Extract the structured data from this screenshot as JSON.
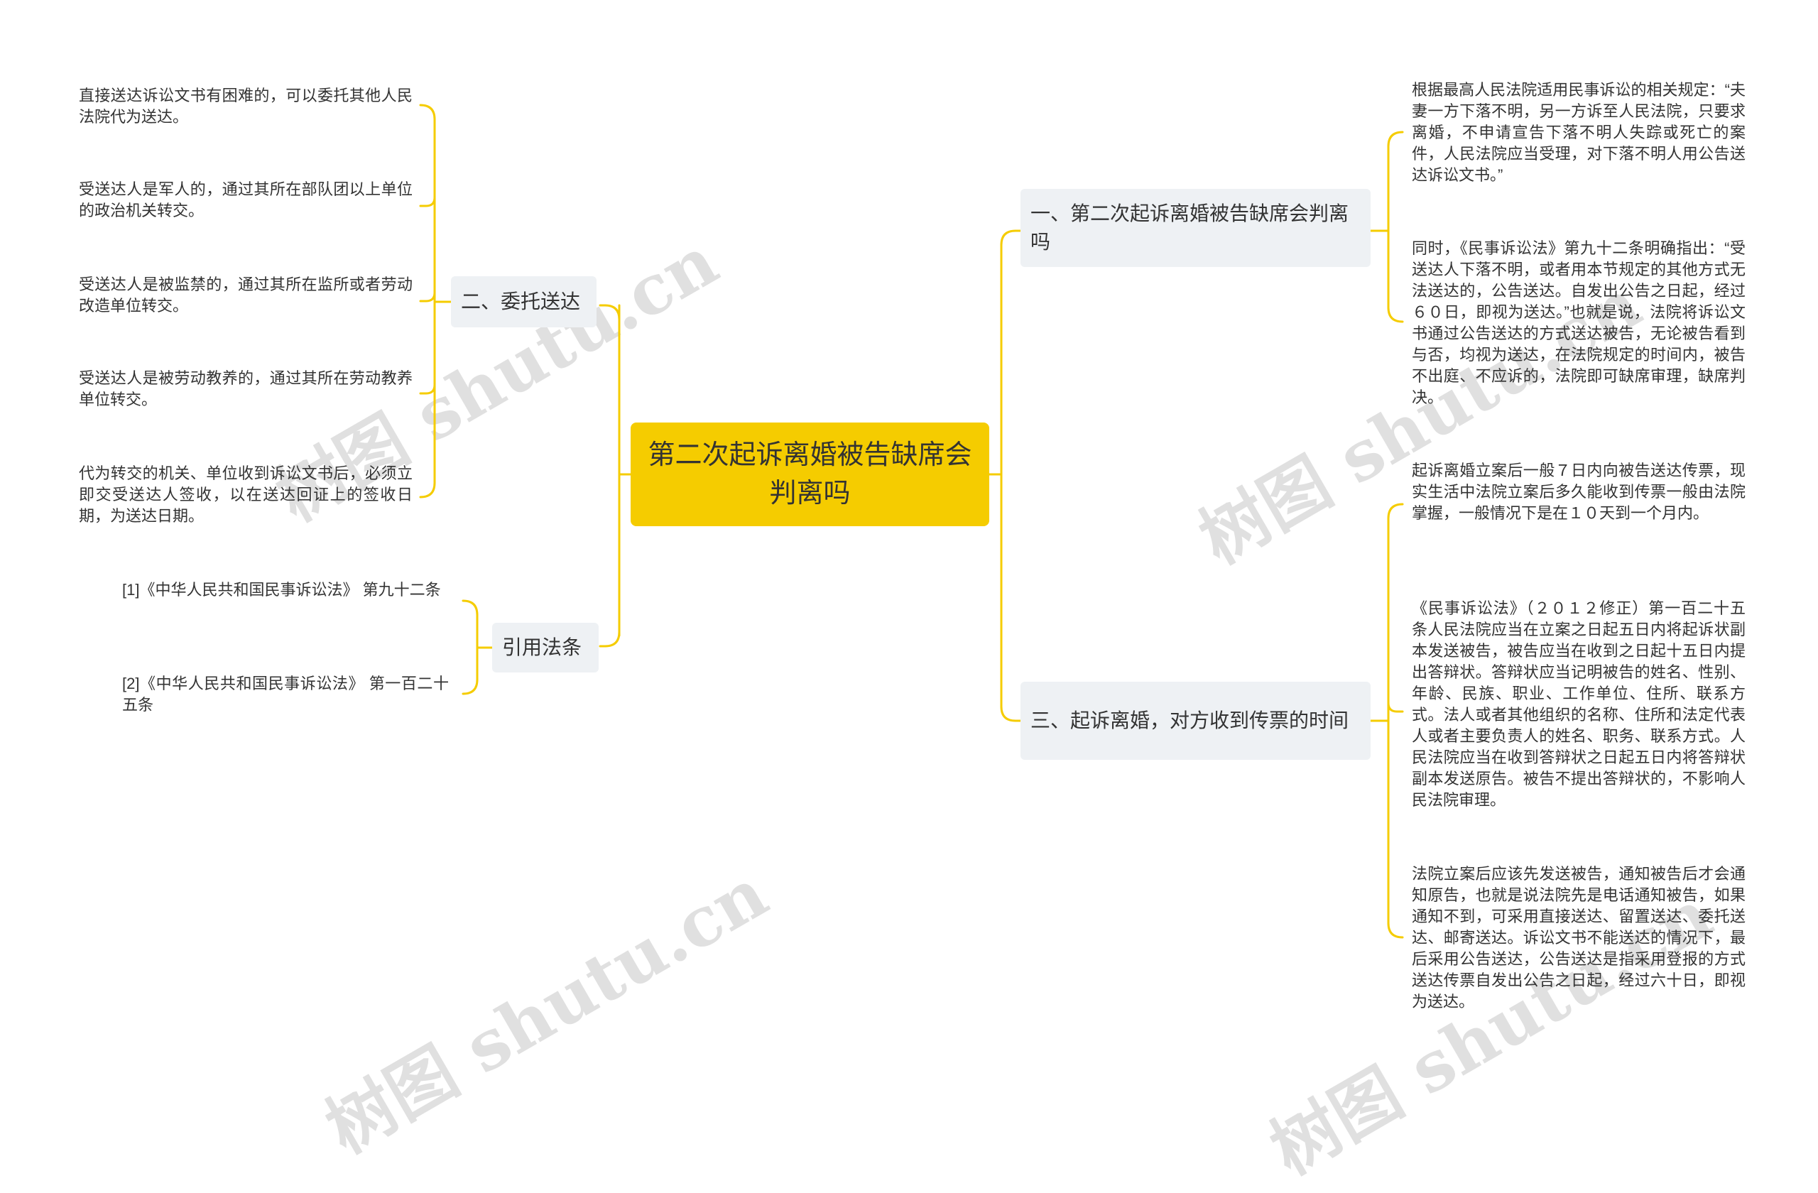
{
  "root": {
    "label": "第二次起诉离婚被告缺席会判离吗"
  },
  "left_branches": [
    {
      "label": "二、委托送达",
      "items": [
        "直接送达诉讼文书有困难的，可以委托其他人民法院代为送达。",
        "受送达人是军人的，通过其所在部队团以上单位的政治机关转交。",
        "受送达人是被监禁的，通过其所在监所或者劳动改造单位转交。",
        "受送达人是被劳动教养的，通过其所在劳动教养单位转交。",
        "代为转交的机关、单位收到诉讼文书后，必须立即交受送达人签收，以在送达回证上的签收日期，为送达日期。"
      ]
    },
    {
      "label": "引用法条",
      "items": [
        "[1]《中华人民共和国民事诉讼法》 第九十二条",
        "[2]《中华人民共和国民事诉讼法》 第一百二十五条"
      ]
    }
  ],
  "right_branches": [
    {
      "label": "一、第二次起诉离婚被告缺席会判离吗",
      "items": [
        "根据最高人民法院适用民事诉讼的相关规定：“夫妻一方下落不明，另一方诉至人民法院，只要求离婚，不申请宣告下落不明人失踪或死亡的案件，人民法院应当受理，对下落不明人用公告送达诉讼文书。”",
        "同时，《民事诉讼法》第九十二条明确指出：“受送达人下落不明，或者用本节规定的其他方式无法送达的，公告送达。自发出公告之日起，经过６０日，即视为送达。”也就是说，法院将诉讼文书通过公告送达的方式送达被告，无论被告看到与否，均视为送达，在法院规定的时间内，被告不出庭、不应诉的，法院即可缺席审理，缺席判决。"
      ]
    },
    {
      "label": "三、起诉离婚，对方收到传票的时间",
      "items": [
        "起诉离婚立案后一般７日内向被告送达传票，现实生活中法院立案后多久能收到传票一般由法院掌握，一般情况下是在１０天到一个月内。",
        "《民事诉讼法》（２０１２修正）第一百二十五条人民法院应当在立案之日起五日内将起诉状副本发送被告，被告应当在收到之日起十五日内提出答辩状。答辩状应当记明被告的姓名、性别、年龄、民族、职业、工作单位、住所、联系方式。法人或者其他组织的名称、住所和法定代表人或者主要负责人的姓名、职务、联系方式。人民法院应当在收到答辩状之日起五日内将答辩状副本发送原告。被告不提出答辩状的，不影响人民法院审理。",
        "法院立案后应该先发送被告，通知被告后才会通知原告，也就是说法院先是电话通知被告，如果通知不到，可采用直接送达、留置送达、委托送达、邮寄送达。诉讼文书不能送达的情况下，最后采用公告送达，公告送达是指采用登报的方式送达传票自发出公告之日起，经过六十日，即视为送达。"
      ]
    }
  ],
  "watermark": "树图 shutu.cn",
  "colors": {
    "connector": "#f5cc00",
    "root_fill": "#f5cc00",
    "branch_fill": "#eef1f4",
    "text": "#333333"
  }
}
